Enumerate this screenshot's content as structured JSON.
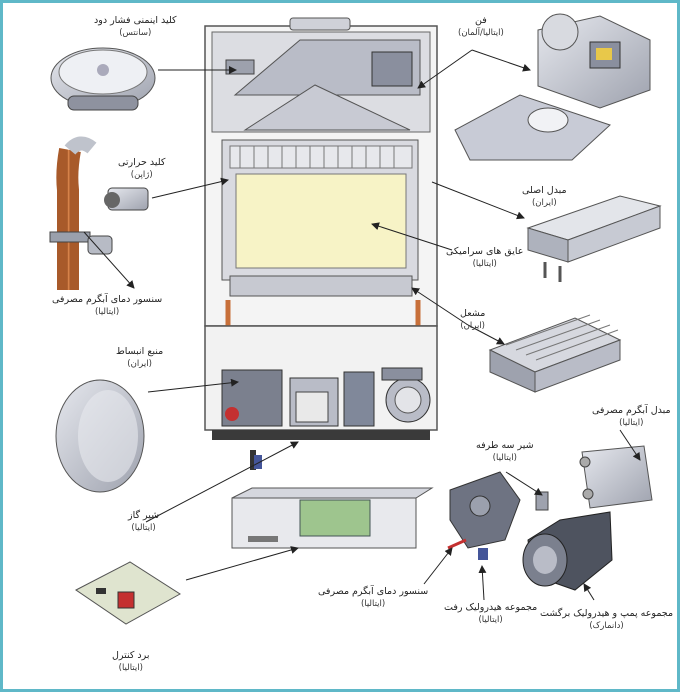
{
  "labels": {
    "pressure_valve": {
      "name": "کلید اینمنی فشار دود",
      "origin": "(سانتس)"
    },
    "fan": {
      "name": "فن",
      "origin": "(ایتالیا/آلمان)"
    },
    "thermal_switch": {
      "name": "کلید حرارتی",
      "origin": "(ژاپن)"
    },
    "main_exchanger": {
      "name": "مبدل اصلی",
      "origin": "(ایران)"
    },
    "ceramic_insulation": {
      "name": "عایق های سرامیکی",
      "origin": "(ایتالیا)"
    },
    "dhw_temp_sensor_top": {
      "name": "سنسور دمای آبگرم مصرفی",
      "origin": "(ایتالیا)"
    },
    "burner": {
      "name": "مشعل",
      "origin": "(ایران)"
    },
    "expansion_tank": {
      "name": "منبع انبساط",
      "origin": "(ایران)"
    },
    "dhw_exchanger": {
      "name": "مبدل آبگرم مصرفی",
      "origin": "(ایتالیا)"
    },
    "three_way_valve": {
      "name": "شیر سه طرفه",
      "origin": "(ایتالیا)"
    },
    "gas_valve": {
      "name": "شیر گاز",
      "origin": "(ایتالیا)"
    },
    "dhw_temp_sensor_bottom": {
      "name": "سنسور دمای آبگرم مصرفی",
      "origin": "(ایتالیا)"
    },
    "supply_hydraulic": {
      "name": "مجموعه هیدرولیک رفت",
      "origin": "(ایتالیا)"
    },
    "pump_return": {
      "name": "مجموعه پمپ و هیدرولیک برگشت",
      "origin": "(دانمارک)"
    },
    "control_board": {
      "name": "برد کنترل",
      "origin": "(ایتالیا)"
    }
  },
  "colors": {
    "frame": "#5fb8c8",
    "panel": "#f3f3f3",
    "exchanger_window": "#f7f3c6",
    "copper": "#c8703a",
    "part": "#c9ccd6",
    "arrow": "#222222"
  }
}
